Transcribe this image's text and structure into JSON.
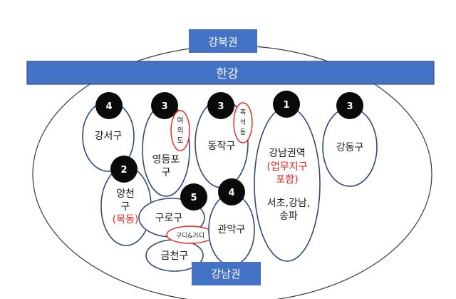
{
  "header_label": "강북권",
  "river_label": "한강",
  "footer_label": "강남권",
  "colors": {
    "box_blue": "#4472c4",
    "ellipse_stroke": "#2f4a78",
    "badge": "#0a0a0a",
    "highlight_red": "#e8231b"
  },
  "districts": {
    "gangseo": {
      "rank": "4",
      "name": "강서구"
    },
    "yeongdeungpo": {
      "rank": "3",
      "name_line1": "영등포",
      "name_line2": "구",
      "sub": [
        "여",
        "의",
        "도"
      ]
    },
    "dongjak": {
      "rank": "3",
      "name": "동작구",
      "sub": [
        "흑",
        "석",
        "동"
      ]
    },
    "gangnam": {
      "rank": "1",
      "title": "강남권역",
      "red_line1": "(업무지구",
      "red_line2": "포함)",
      "line3": "서초,강남,",
      "line4": "송파"
    },
    "gangdong": {
      "rank": "3",
      "name": "강동구"
    },
    "yangcheon": {
      "rank": "2",
      "name_line1": "양천",
      "name_line2": "구",
      "red": "(목동)"
    },
    "guro": {
      "rank": "5",
      "name": "구로구",
      "sub": "구디&가디"
    },
    "gwanak": {
      "rank": "4",
      "name": "관악구"
    },
    "geumcheon": {
      "name": "금천구"
    }
  }
}
